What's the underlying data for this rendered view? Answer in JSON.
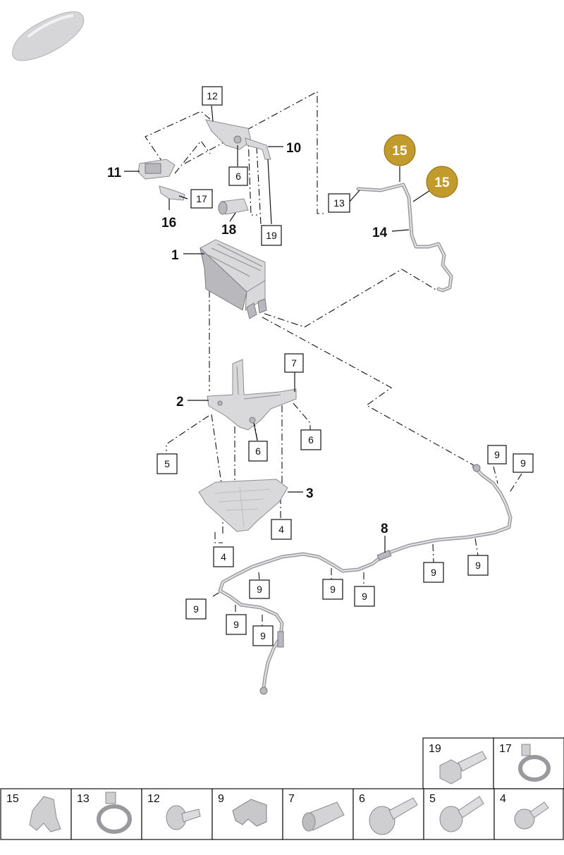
{
  "callouts": {
    "p1": "1",
    "p2": "2",
    "p3": "3",
    "p8": "8",
    "p10": "10",
    "p11": "11",
    "p14": "14",
    "p16": "16",
    "p18": "18",
    "p15a": "15",
    "p15b": "15"
  },
  "boxes": {
    "b12": "12",
    "b6a": "6",
    "b17": "17",
    "b19": "19",
    "b13": "13",
    "b7": "7",
    "b6b": "6",
    "b6c": "6",
    "b5": "5",
    "b4a": "4",
    "b4b": "4",
    "b9a": "9",
    "b9b": "9",
    "b9c": "9",
    "b9d": "9",
    "b9e": "9",
    "b9f": "9",
    "b9g": "9",
    "b9h": "9",
    "b9i": "9",
    "b9j": "9"
  },
  "badge_color": "#c29b2c",
  "legend": {
    "top_row": [
      {
        "num": "19",
        "icon": "hex-bolt-icon"
      },
      {
        "num": "17",
        "icon": "hose-clamp-icon"
      }
    ],
    "bottom_row": [
      {
        "num": "15",
        "icon": "pipe-clip-icon"
      },
      {
        "num": "13",
        "icon": "hose-clamp-icon"
      },
      {
        "num": "12",
        "icon": "torx-bolt-icon"
      },
      {
        "num": "9",
        "icon": "line-holder-icon"
      },
      {
        "num": "7",
        "icon": "rivet-nut-icon"
      },
      {
        "num": "6",
        "icon": "flange-bolt-icon"
      },
      {
        "num": "5",
        "icon": "washer-bolt-icon"
      },
      {
        "num": "4",
        "icon": "pan-head-screw-icon"
      }
    ]
  }
}
